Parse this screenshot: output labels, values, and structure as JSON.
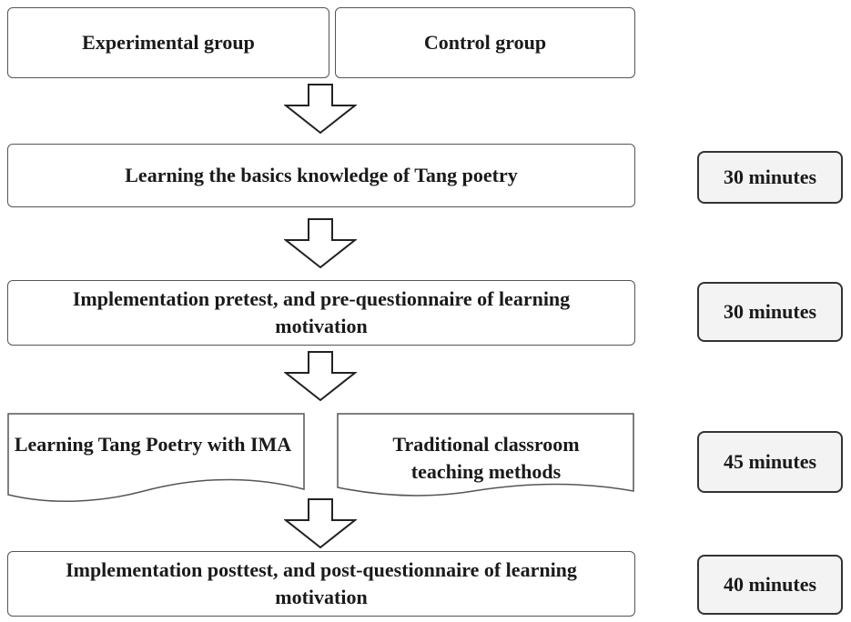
{
  "groups": {
    "experimental": "Experimental group",
    "control": "Control group"
  },
  "steps": {
    "basics": "Learning the basics knowledge of Tang poetry",
    "pretest": "Implementation pretest, and pre-questionnaire of learning motivation",
    "ima": "Learning Tang Poetry with IMA",
    "traditional": "Traditional classroom teaching methods",
    "posttest": "Implementation posttest, and post-questionnaire of learning motivation"
  },
  "durations": {
    "basics": "30 minutes",
    "pretest": "30 minutes",
    "learning": "45 minutes",
    "posttest": "40 minutes"
  },
  "colors": {
    "border": "#555555",
    "duration_fill": "#f3f3f3"
  }
}
